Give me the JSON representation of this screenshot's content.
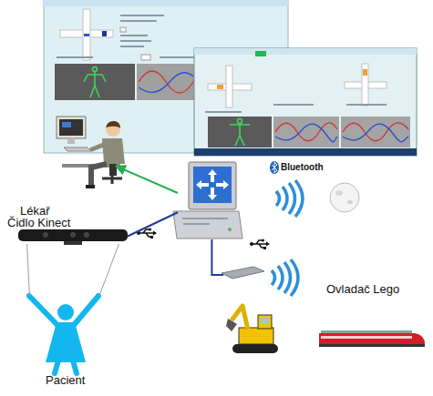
{
  "diagram": {
    "nodes": [
      {
        "text": [
          "Lékař"
        ]
      },
      {
        "text": []
      },
      {
        "text": [
          "Čidlo Kinect"
        ]
      },
      {
        "text": [
          "Pacient"
        ]
      },
      {
        "text": [
          "Ovladač Lego"
        ]
      }
    ],
    "edges": [
      {
        "from": 1,
        "to": 0,
        "arrow": "to"
      },
      {
        "from": 2,
        "to": 1,
        "arrow": "none"
      },
      {
        "from": 1,
        "to": 4,
        "arrow": "none"
      },
      {
        "from": 2,
        "to": 3,
        "arrow": "none"
      }
    ],
    "labels": [
      "Bluetooth"
    ]
  }
}
